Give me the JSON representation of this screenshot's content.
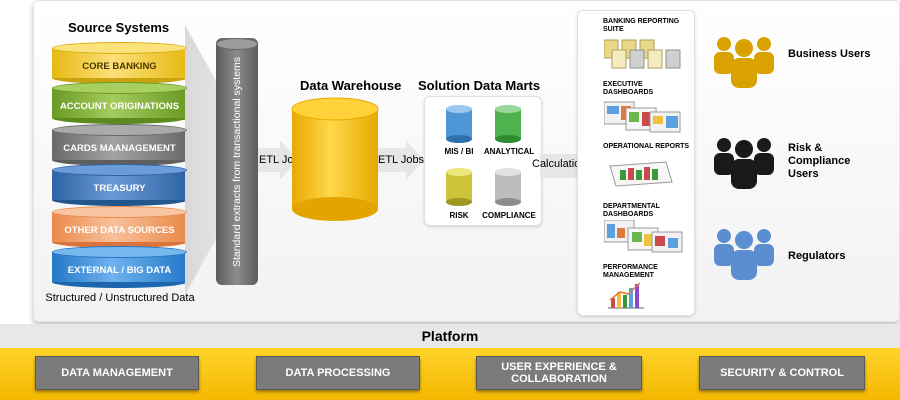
{
  "source": {
    "title": "Source Systems",
    "items": [
      "CORE BANKING",
      "ACCOUNT ORIGINATIONS",
      "CARDS MAANAGEMENT",
      "TREASURY",
      "OTHER DATA SOURCES",
      "EXTERNAL / BIG DATA"
    ],
    "caption": "Structured / Unstructured Data"
  },
  "extract_label": "Standard extracts from transactional systems",
  "etl_left": "ETL Jobs",
  "etl_right": "ETL Jobs",
  "warehouse_title": "Data Warehouse",
  "marts": {
    "title": "Solution Data Marts",
    "items": [
      "MIS / BI",
      "ANALYTICAL",
      "RISK",
      "COMPLIANCE"
    ]
  },
  "calculation_label": "Calculation",
  "reports": [
    "BANKING REPORTING SUITE",
    "EXECUTIVE DASHBOARDS",
    "OPERATIONAL REPORTS",
    "DEPARTMENTAL DASHBOARDS",
    "PERFORMANCE MANAGEMENT"
  ],
  "users": [
    "Business Users",
    "Risk & Compliance Users",
    "Regulators"
  ],
  "platform": {
    "title": "Platform",
    "items": [
      "DATA MANAGEMENT",
      "DATA PROCESSING",
      "USER EXPERIENCE & COLLABORATION",
      "SECURITY & CONTROL"
    ]
  },
  "colors": {
    "core_banking": "#f5cd2c",
    "account_originations": "#78a62e",
    "cards_management": "#7c7c7c",
    "treasury": "#3572b4",
    "other_data_sources": "#f29554",
    "external_big_data": "#2e85d6",
    "warehouse": "#f5b800",
    "business_users": "#d9a200",
    "risk_users": "#1a1a1a",
    "regulators": "#5b8ed0",
    "platform_bar": "#f9c400",
    "platform_button": "#7b7b7b"
  }
}
